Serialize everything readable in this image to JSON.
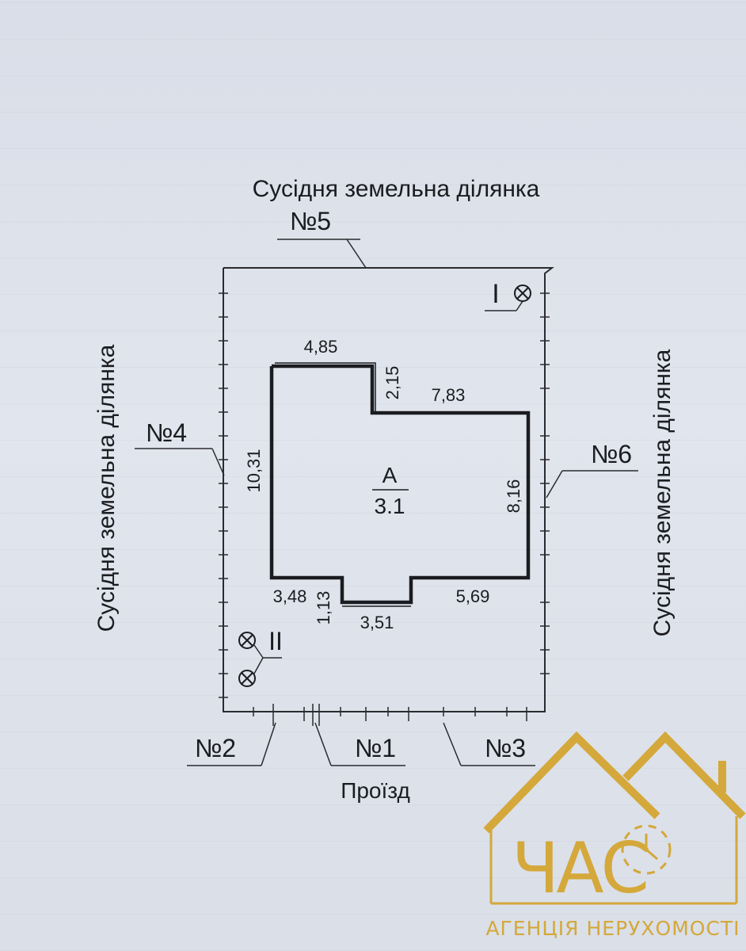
{
  "labels": {
    "top_neighbor": "Сусідня земельна ділянка",
    "top_number": "№5",
    "left_neighbor": "Сусідня земельна ділянка",
    "left_number": "№4",
    "right_neighbor": "Сусідня земельна ділянка",
    "right_number": "№6",
    "bottom_left_number": "№2",
    "bottom_mid_number": "№1",
    "bottom_right_number": "№3",
    "driveway": "Проїзд",
    "marker_one": "I",
    "marker_two": "II"
  },
  "building": {
    "letter": "А",
    "code": "3.1"
  },
  "dimensions": {
    "top_width": "4,85",
    "step_height": "2,15",
    "right_top_width": "7,83",
    "left_height": "10,31",
    "right_height": "8,16",
    "bottom_left_width": "3,48",
    "porch_height": "1,13",
    "porch_width": "3,51",
    "bottom_right_width": "5,69"
  },
  "logo": {
    "wordmark": "ЧАС",
    "caption": "АГЕНЦІЯ НЕРУХОМОСТІ",
    "color": "#d4a83a",
    "icon": "clock-icon"
  },
  "colors": {
    "ink": "#1b1c20",
    "paper": "#dfe4ec"
  }
}
